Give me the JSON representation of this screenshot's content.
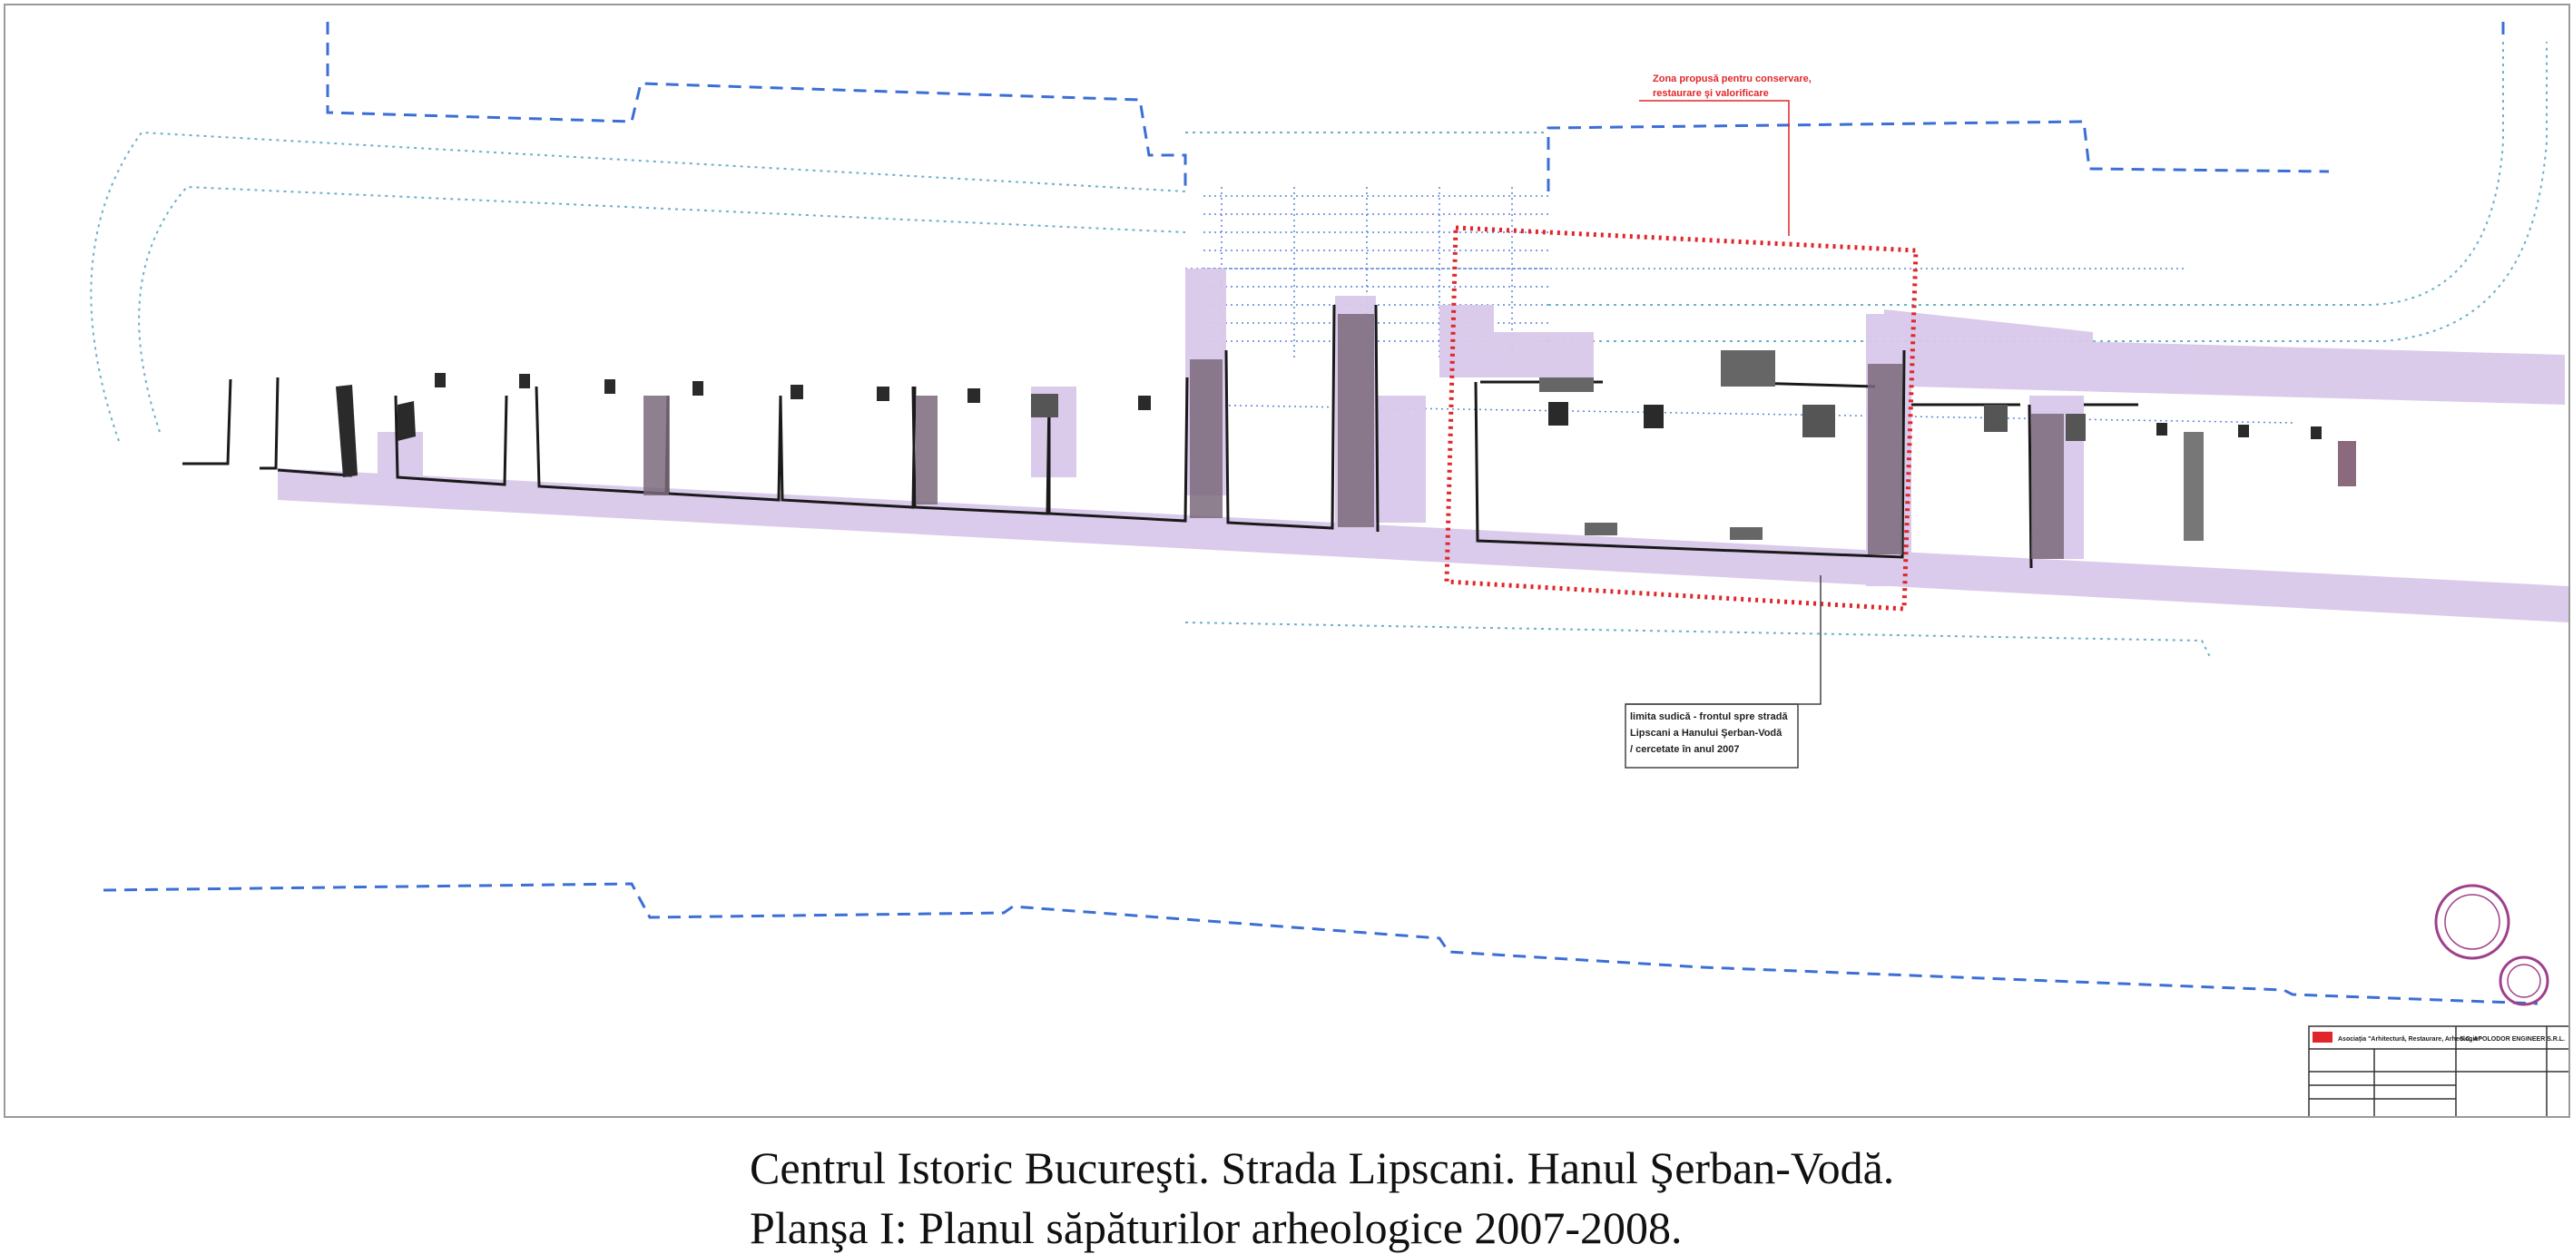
{
  "caption": {
    "line1": "Centrul Istoric Bucureşti. Strada Lipscani. Hanul Şerban-Vodă.",
    "line2": "Planşa I: Planul săpăturilor arheologice 2007-2008."
  },
  "annotations": {
    "conservation_zone_note": [
      "Zona propusă pentru conservare,",
      "restaurare şi valorificare"
    ],
    "south_limit_note": [
      "limita sudică - frontul spre stradă",
      "Lipscani a Hanului Şerban-Vodă",
      "/ cercetate în anul 2007"
    ]
  },
  "title_block": {
    "org_left": "Asociaţia \"Arhitectură, Restaurare, Arheologie\"",
    "org_right": "S.C. APOLODOR ENGINEER S.R.L."
  },
  "colors": {
    "excavation_fill": "#d9c8ea",
    "conservation_zone": "#e0262a",
    "street_limit": "#3b6fd6",
    "contour": "#6bb0c8",
    "stamp": "#a0408a"
  }
}
